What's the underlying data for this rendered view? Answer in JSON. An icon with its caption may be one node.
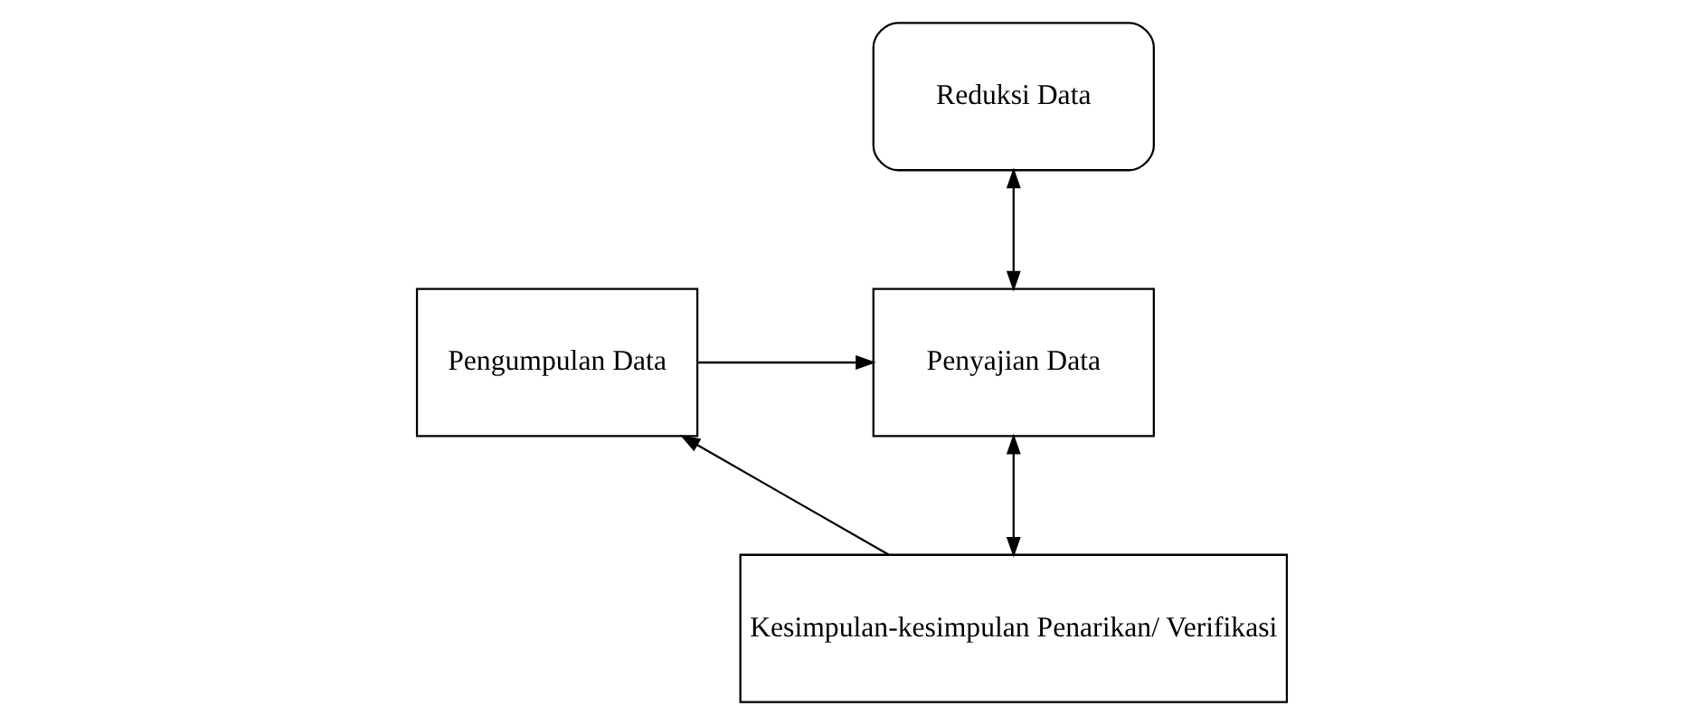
{
  "diagram": {
    "nodes": [
      {
        "text": [
          "Pengumpulan Data"
        ]
      },
      {
        "text": [
          "Penyajian Data"
        ]
      },
      {
        "text": [
          "Reduksi Data"
        ]
      },
      {
        "text": [
          "Kesimpulan-kesimpulan Penarikan/ Verifikasi"
        ]
      }
    ],
    "edges": [
      {
        "from": 0,
        "to": 1,
        "arrow": "to"
      },
      {
        "from": 2,
        "to": 1,
        "arrow": "both"
      },
      {
        "from": 1,
        "to": 3,
        "arrow": "both"
      },
      {
        "from": 3,
        "to": 0,
        "arrow": "to"
      }
    ]
  }
}
